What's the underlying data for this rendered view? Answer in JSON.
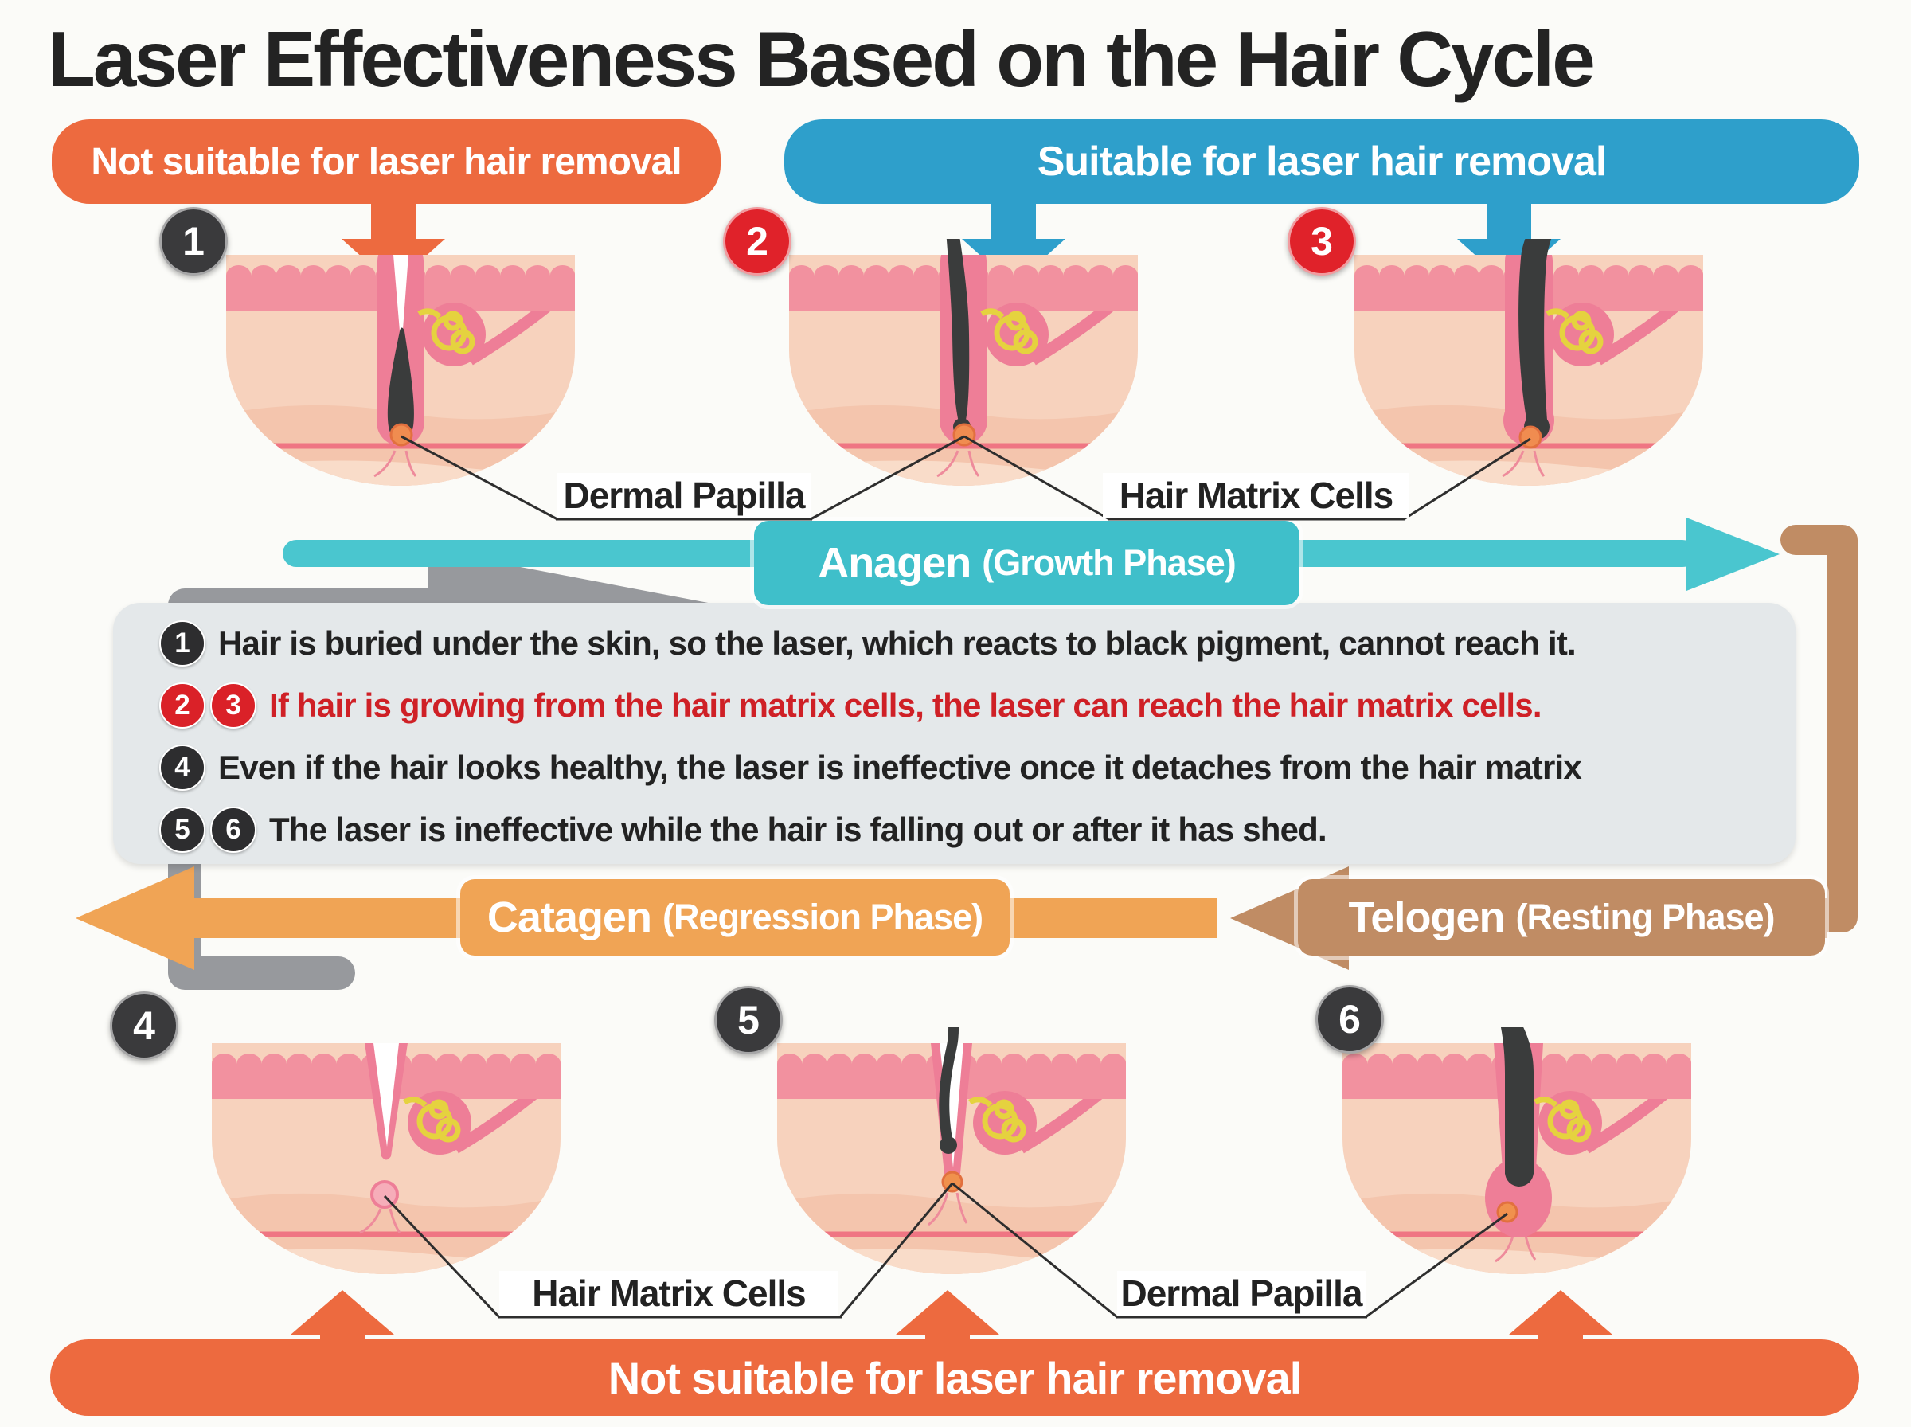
{
  "title": "Laser Effectiveness Based on the Hair Cycle",
  "banners": {
    "top_left": "Not suitable for laser hair removal",
    "top_right": "Suitable for laser hair removal",
    "bottom": "Not suitable for laser hair removal"
  },
  "phases": {
    "anagen": {
      "name": "Anagen",
      "qualifier": "(Growth Phase)"
    },
    "catagen": {
      "name": "Catagen",
      "qualifier": "(Regression Phase)"
    },
    "telogen": {
      "name": "Telogen",
      "qualifier": "(Resting Phase)"
    }
  },
  "stage_numbers": [
    "1",
    "2",
    "3",
    "4",
    "5",
    "6"
  ],
  "anatomy_labels": {
    "top_dermal_papilla": "Dermal Papilla",
    "top_hair_matrix_cells": "Hair Matrix Cells",
    "bottom_hair_matrix_cells": "Hair Matrix Cells",
    "bottom_dermal_papilla": "Dermal Papilla"
  },
  "notes": [
    {
      "badges": [
        "1"
      ],
      "emphasis": "black",
      "text": "Hair is buried under the skin, so the laser, which reacts to black pigment, cannot reach it."
    },
    {
      "badges": [
        "2",
        "3"
      ],
      "emphasis": "red",
      "text": "If hair is growing from the hair matrix cells, the laser can reach the hair matrix cells."
    },
    {
      "badges": [
        "4"
      ],
      "emphasis": "black",
      "text": "Even if the hair looks healthy, the laser is ineffective once it detaches from the hair matrix"
    },
    {
      "badges": [
        "5",
        "6"
      ],
      "emphasis": "black",
      "text": "The laser is ineffective while the hair is falling out or after it has shed."
    }
  ],
  "colors": {
    "not_suitable_orange": "#ed6a3f",
    "suitable_blue": "#2e9fcb",
    "anagen_teal": "#4ac6cf",
    "catagen_orange": "#f0a455",
    "telogen_brown": "#c08c64",
    "cycle_connector_gray": "#97999d",
    "notes_box_gray": "#e4e8ea",
    "red_accent": "#da2128",
    "dark_badge": "#3a3a3c",
    "skin_light": "#f7d2bd",
    "epidermis_pink": "#f2919f",
    "follicle_pink": "#ee7e97",
    "hair_black": "#3a3c3c",
    "papilla_orange": "#f0914d",
    "gland_yellow": "#e5d23f"
  }
}
